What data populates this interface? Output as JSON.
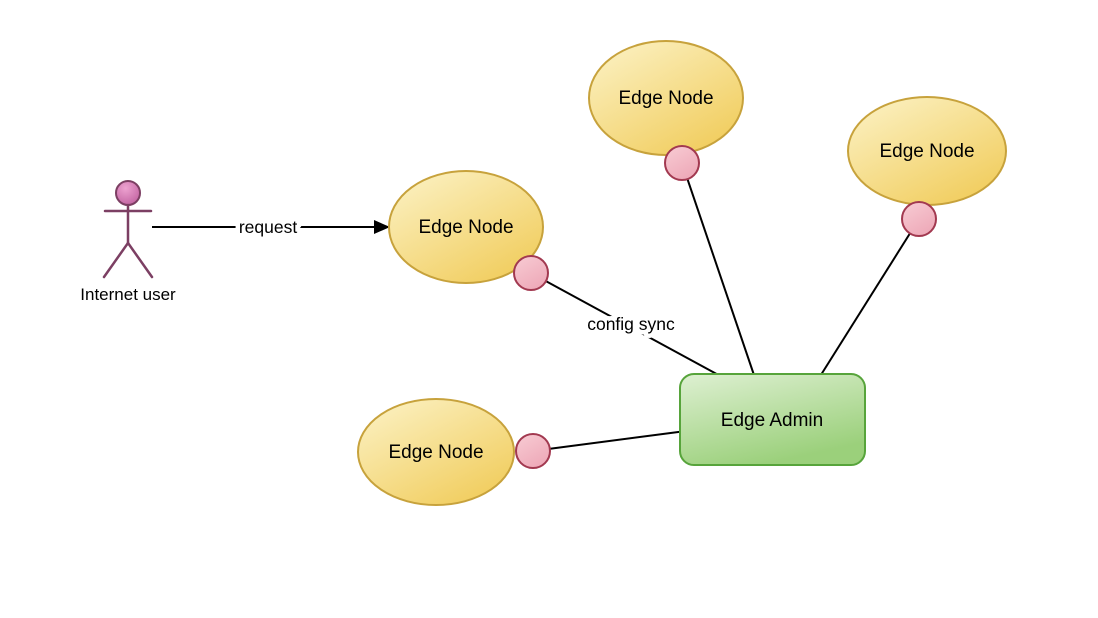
{
  "diagram": {
    "type": "uml-deployment-diagram",
    "actor": {
      "label": "Internet user"
    },
    "nodes": [
      {
        "id": "edge-node-1",
        "label": "Edge Node"
      },
      {
        "id": "edge-node-2",
        "label": "Edge Node"
      },
      {
        "id": "edge-node-3",
        "label": "Edge Node"
      },
      {
        "id": "edge-node-4",
        "label": "Edge Node"
      }
    ],
    "admin": {
      "label": "Edge Admin"
    },
    "edges": [
      {
        "from": "internet-user",
        "to": "edge-node-1",
        "label": "request",
        "arrow": true
      },
      {
        "from": "edge-node-1",
        "to": "edge-admin",
        "label": "config sync"
      },
      {
        "from": "edge-node-2",
        "to": "edge-admin",
        "label": ""
      },
      {
        "from": "edge-node-3",
        "to": "edge-admin",
        "label": ""
      },
      {
        "from": "edge-node-4",
        "to": "edge-admin",
        "label": ""
      }
    ],
    "colors": {
      "background": "#ffffff",
      "node_fill_light": "#fcf3c8",
      "node_fill_dark": "#f1cd5e",
      "node_border": "#c7a23c",
      "port_fill_light": "#f8ccd4",
      "port_fill_dark": "#eeaab9",
      "port_border": "#a23950",
      "admin_fill_light": "#def0d2",
      "admin_fill_dark": "#9bd07b",
      "admin_border": "#57a43b",
      "actor_head_light": "#eda2d0",
      "actor_head_dark": "#bf5f9e",
      "actor_stroke": "#7c3f63",
      "line_color": "#000000",
      "text_color": "#000000"
    }
  }
}
